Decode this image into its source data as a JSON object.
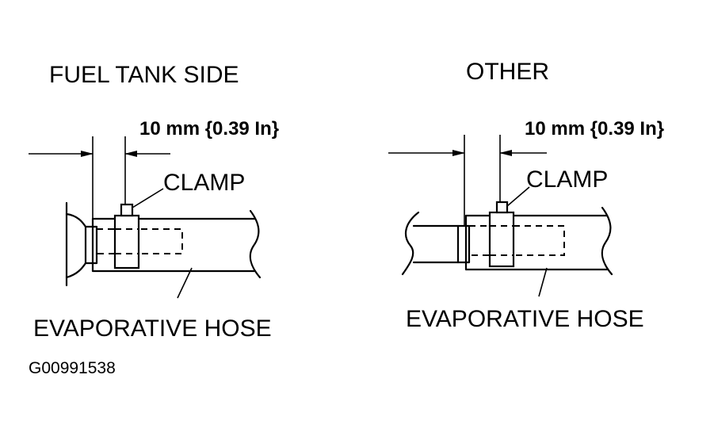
{
  "left": {
    "title": "FUEL TANK SIDE",
    "dimension": "10 mm {0.39 In}",
    "clamp_label": "CLAMP",
    "hose_label": "EVAPORATIVE HOSE"
  },
  "right": {
    "title": "OTHER",
    "dimension": "10 mm {0.39 In}",
    "clamp_label": "CLAMP",
    "hose_label": "EVAPORATIVE HOSE"
  },
  "figure_code": "G00991538"
}
